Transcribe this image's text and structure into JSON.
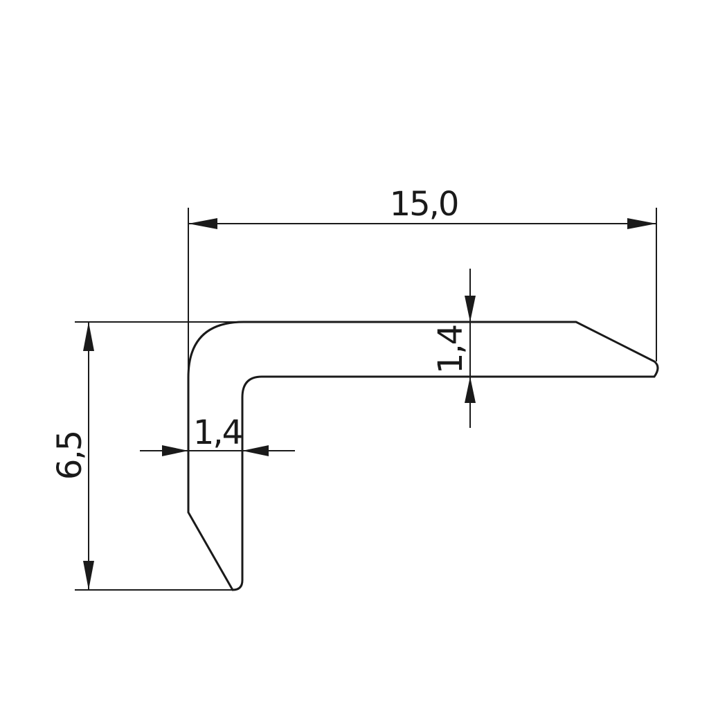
{
  "drawing": {
    "stroke_color": "#1a1a1a",
    "background": "#ffffff"
  },
  "dimensions": {
    "overall_width": "15,0",
    "overall_height": "6,5",
    "vertical_wall_thickness": "1,4",
    "horizontal_flange_thickness": "1,4"
  }
}
